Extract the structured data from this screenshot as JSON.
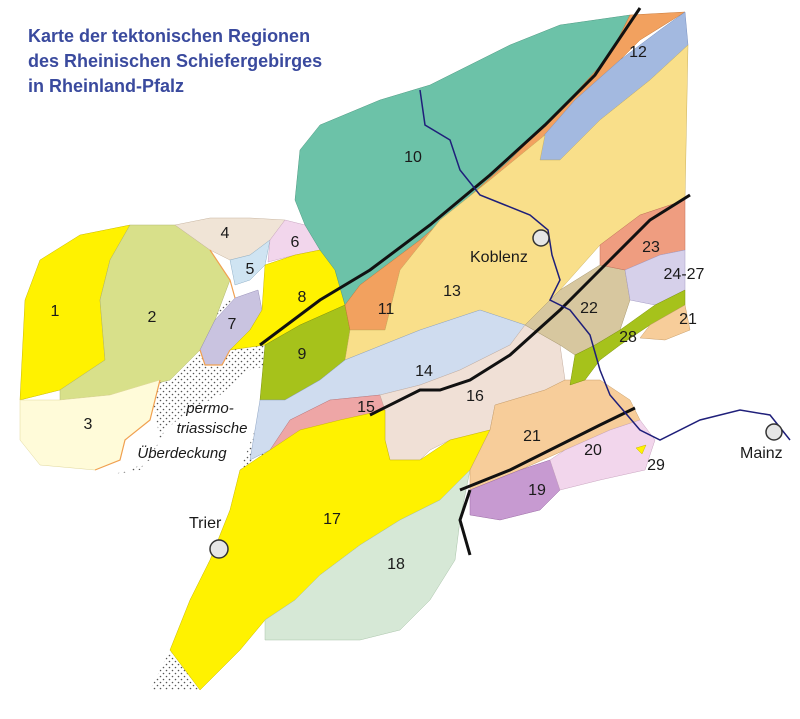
{
  "title": {
    "line1": "Karte der tektonischen Regionen",
    "line2": "des Rheinischen Schiefergebirges",
    "line3": "in Rheinland-Pfalz"
  },
  "overlay_note": {
    "line1": "permo-",
    "line2": "triassische",
    "line3": "Überdeckung"
  },
  "cities": {
    "koblenz": "Koblenz",
    "mainz": "Mainz",
    "trier": "Trier"
  },
  "regions": {
    "r1": "1",
    "r2": "2",
    "r3": "3",
    "r4": "4",
    "r5": "5",
    "r6": "6",
    "r7": "7",
    "r8": "8",
    "r9": "9",
    "r10": "10",
    "r11": "11",
    "r12": "12",
    "r13": "13",
    "r14": "14",
    "r15": "15",
    "r16": "16",
    "r17": "17",
    "r18": "18",
    "r19": "19",
    "r20": "20",
    "r21a": "21",
    "r21b": "21",
    "r22": "22",
    "r23": "23",
    "r24_27": "24-27",
    "r28": "28",
    "r29": "29"
  },
  "colors": {
    "title": "#3a4a9e",
    "river": "#1f1f7a",
    "fault": "#111111",
    "yellow": "#fff200",
    "olive_light": "#d8e08a",
    "cream": "#fffbd9",
    "teal": "#6cc2a8",
    "orange": "#f2a15f",
    "sand": "#f9df8a",
    "blue_light": "#cfdcef",
    "lavender": "#c9c3e0",
    "green": "#a6c21b",
    "pink": "#f2d6ec",
    "peach": "#f7cd9a",
    "rose": "#eea6a6",
    "salmon": "#ef9d80",
    "taupe": "#d7c79f",
    "mint": "#d6e8d6",
    "purple": "#c79ad1"
  }
}
